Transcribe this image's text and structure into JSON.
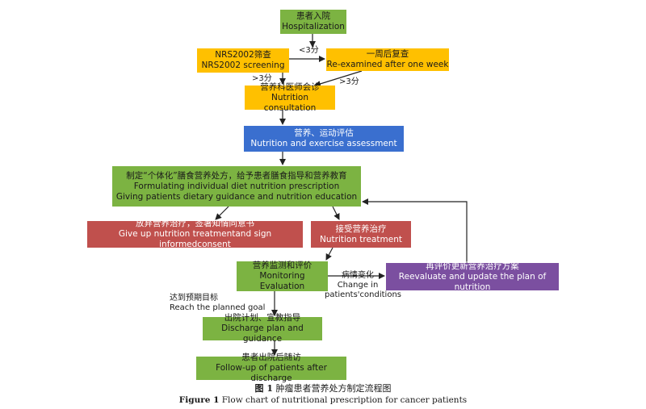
{
  "nodes": {
    "hospitalization": {
      "zh": "患者入院",
      "en": "Hospitalization"
    },
    "screening": {
      "zh": "NRS2002筛查",
      "en": "NRS2002 screening"
    },
    "reexam": {
      "zh": "一周后复查",
      "en": "Re-examined after one week"
    },
    "consultation": {
      "zh": "营养科医师会诊",
      "en": "Nutrition consultation"
    },
    "assessment": {
      "zh": "营养、运动评估",
      "en": "Nutrition and exercise assessment"
    },
    "prescription": {
      "zh": "制定“个体化”膳食营养处方，给予患者膳食指导和营养教育",
      "en1": "Formulating individual diet nutrition prescription",
      "en2": "Giving patients dietary guidance and nutrition education"
    },
    "giveup": {
      "zh": "放弃营养治疗，签署知情同意书",
      "en": "Give up nutrition treatmentand sign informedconsent"
    },
    "treatment": {
      "zh": "接受营养治疗",
      "en": "Nutrition treatment"
    },
    "monitoring": {
      "zh": "营养监测和评价",
      "en": "Monitoring Evaluation"
    },
    "reevaluate": {
      "zh": "再评价更新营养治疗方案",
      "en": "Reevaluate and update the plan of nutrition"
    },
    "discharge": {
      "zh": "出院计划、宣教指导",
      "en": "Discharge plan and guidance"
    },
    "followup": {
      "zh": "患者出院后随访",
      "en": "Follow-up of patients after discharge"
    }
  },
  "edge_labels": {
    "lt3": "<3分",
    "gt3_left": ">3分",
    "gt3_right": ">3分",
    "change_zh": "病情变化",
    "change_en1": "Change in",
    "change_en2": "patients'conditions",
    "goal_zh": "达到预期目标",
    "goal_en": "Reach the planned goal"
  },
  "caption": {
    "zh_prefix": "图 1",
    "zh_text": "肿瘤患者营养处方制定流程图",
    "en_prefix": "Figure 1",
    "en_text": "Flow chart of nutritional prescription for cancer patients"
  },
  "colors": {
    "green": "#7cb342",
    "yellow": "#ffc000",
    "blue": "#3a6fcf",
    "red": "#c0504d",
    "purple": "#7b4fa0"
  }
}
